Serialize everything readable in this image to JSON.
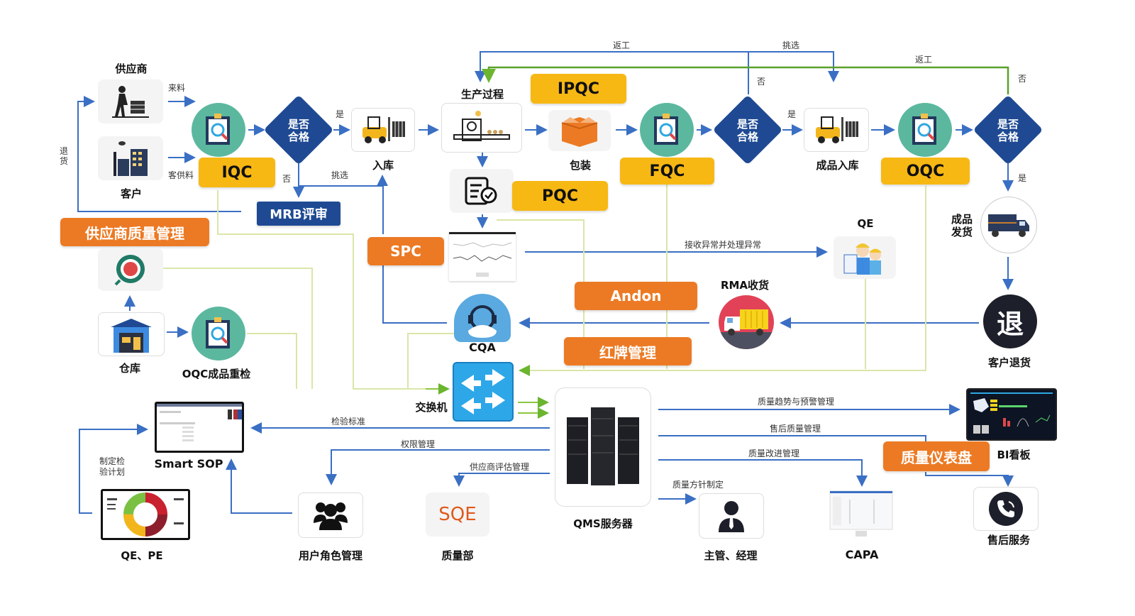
{
  "colors": {
    "yellow_tag": "#f7b814",
    "orange_tag": "#ec7a24",
    "blue_tag": "#1f4a93",
    "flow_line_blue": "#3a6fc4",
    "flow_line_green": "#5aa02c",
    "data_line_lightgreen": "#d9e6a8",
    "teal_circle": "#5bb89f"
  },
  "inbound": {
    "supplier_label": "供应商",
    "customer_label": "客户",
    "incoming_material": "来料",
    "customer_supplied": "客供料",
    "return_label": "退货"
  },
  "iqc": {
    "tag": "IQC",
    "decision": "是否\n合格",
    "yes": "是",
    "no": "否",
    "pick": "挑选",
    "warehouse_in": "入库",
    "mrb": "MRB评审"
  },
  "production": {
    "title": "生产过程",
    "ipqc": "IPQC",
    "pqc": "PQC",
    "packing": "包装",
    "fqc": "FQC",
    "decision": "是否\n合格",
    "yes": "是",
    "no": "否",
    "rework_top": "返工",
    "pick_top": "挑选",
    "finished_in": "成品入库"
  },
  "oqc": {
    "tag": "OQC",
    "decision": "是否\n合格",
    "no": "否",
    "yes": "是",
    "rework": "返工",
    "shipping": "成品\n发货",
    "customer_return": "客户退货",
    "return_glyph": "退"
  },
  "modules": {
    "supplier_quality": "供应商质量管理",
    "spc": "SPC",
    "andon": "Andon",
    "red_card": "红牌管理",
    "quality_dashboard": "质量仪表盘",
    "warehouse": "仓库",
    "oqc_recheck": "OQC成品重检",
    "cqa": "CQA",
    "qe": "QE",
    "rma": "RMA收货",
    "receive_abnormal": "接收异常并处理异常",
    "switch": "交换机",
    "qms_server": "QMS服务器",
    "smart_sop": "Smart SOP",
    "qe_pe": "QE、PE",
    "plan_label": "制定检\n验计划",
    "user_roles": "用户角色管理",
    "sqe_logo": "SQE",
    "quality_dept": "质量部",
    "supervisor": "主管、经理",
    "capa": "CAPA",
    "bi_board": "BI看板",
    "after_sales": "售后服务"
  },
  "server_links": {
    "inspection_standard": "检验标准",
    "permission": "权限管理",
    "supplier_eval": "供应商评估管理",
    "trend_warning": "质量趋势与预警管理",
    "customer_quality": "售后质量管理",
    "improvement": "质量改进管理",
    "target_setting": "质量方针制定"
  }
}
